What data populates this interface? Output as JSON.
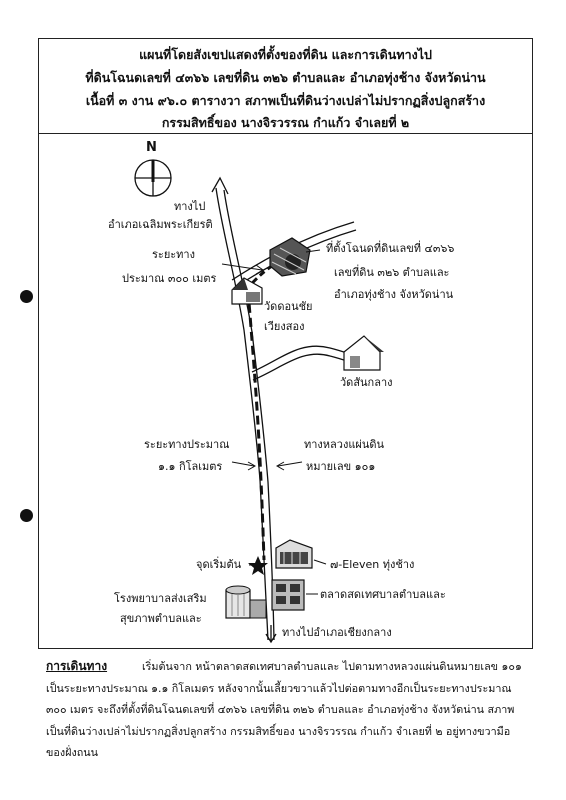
{
  "title": {
    "line1": "แผนที่โดยสังเขปแสดงที่ตั้งของที่ดิน และการเดินทางไป",
    "line2": "ที่ดินโฉนดเลขที่ ๔๓๖๖ เลขที่ดิน ๓๒๖ ตำบลและ อำเภอทุ่งช้าง จังหวัดน่าน",
    "line3": "เนื้อที่ ๓ งาน ๙๖.๐ ตารางวา สภาพเป็นที่ดินว่างเปล่าไม่ปรากฏสิ่งปลูกสร้าง",
    "line4": "กรรมสิทธิ์ของ นางจิรวรรณ  กำแก้ว จำเลยที่ ๒"
  },
  "compass": {
    "label": "N"
  },
  "labels": {
    "to_chaloem_1": "ทางไป",
    "to_chaloem_2": "อำเภอเฉลิมพระเกียรติ",
    "distance_300_1": "ระยะทาง",
    "distance_300_2": "ประมาณ ๓๐๐ เมตร",
    "plot_1": "ที่ตั้งโฉนดที่ดินเลขที่ ๔๓๖๖",
    "plot_2": "เลขที่ดิน ๓๒๖ ตำบลและ",
    "plot_3": "อำเภอทุ่งช้าง จังหวัดน่าน",
    "wat_donchai_1": "วัดดอนชัย",
    "wat_donchai_2": "เวียงสอง",
    "wat_sanklang": "วัดสันกลาง",
    "distance_11_1": "ระยะทางประมาณ",
    "distance_11_2": "๑.๑ กิโลเมตร",
    "highway_1": "ทางหลวงแผ่นดิน",
    "highway_2": "หมายเลข ๑๐๑",
    "start_point": "จุดเริ่มต้น",
    "seven_eleven": "๗-Eleven ทุ่งช้าง",
    "market": "ตลาดสดเทศบาลตำบลและ",
    "hospital_1": "โรงพยาบาลส่งเสริม",
    "hospital_2": "สุขภาพตำบลและ",
    "to_chiang_klang": "ทางไปอำเภอเชียงกลาง"
  },
  "description": {
    "heading": "การเดินทาง",
    "line1": "เริ่มต้นจาก หน้าตลาดสดเทศบาลตำบลและ ไปตามทางหลวงแผ่นดินหมายเลข ๑๐๑",
    "line2": "เป็นระยะทางประมาณ ๑.๑ กิโลเมตร หลังจากนั้นเลี้ยวขวาแล้วไปต่อตามทางอีกเป็นระยะทางประมาณ",
    "line3": "๓๐๐ เมตร จะถึงที่ตั้งที่ดินโฉนดเลขที่ ๔๓๖๖ เลขที่ดิน ๓๒๖ ตำบลและ อำเภอทุ่งช้าง จังหวัดน่าน สภาพ",
    "line4": "เป็นที่ดินว่างเปล่าไม่ปรากฏสิ่งปลูกสร้าง กรรมสิทธิ์ของ นางจิรวรรณ  กำแก้ว จำเลยที่ ๒ อยู่ทางขวามือ",
    "line5": "ของฝั่งถนน"
  }
}
